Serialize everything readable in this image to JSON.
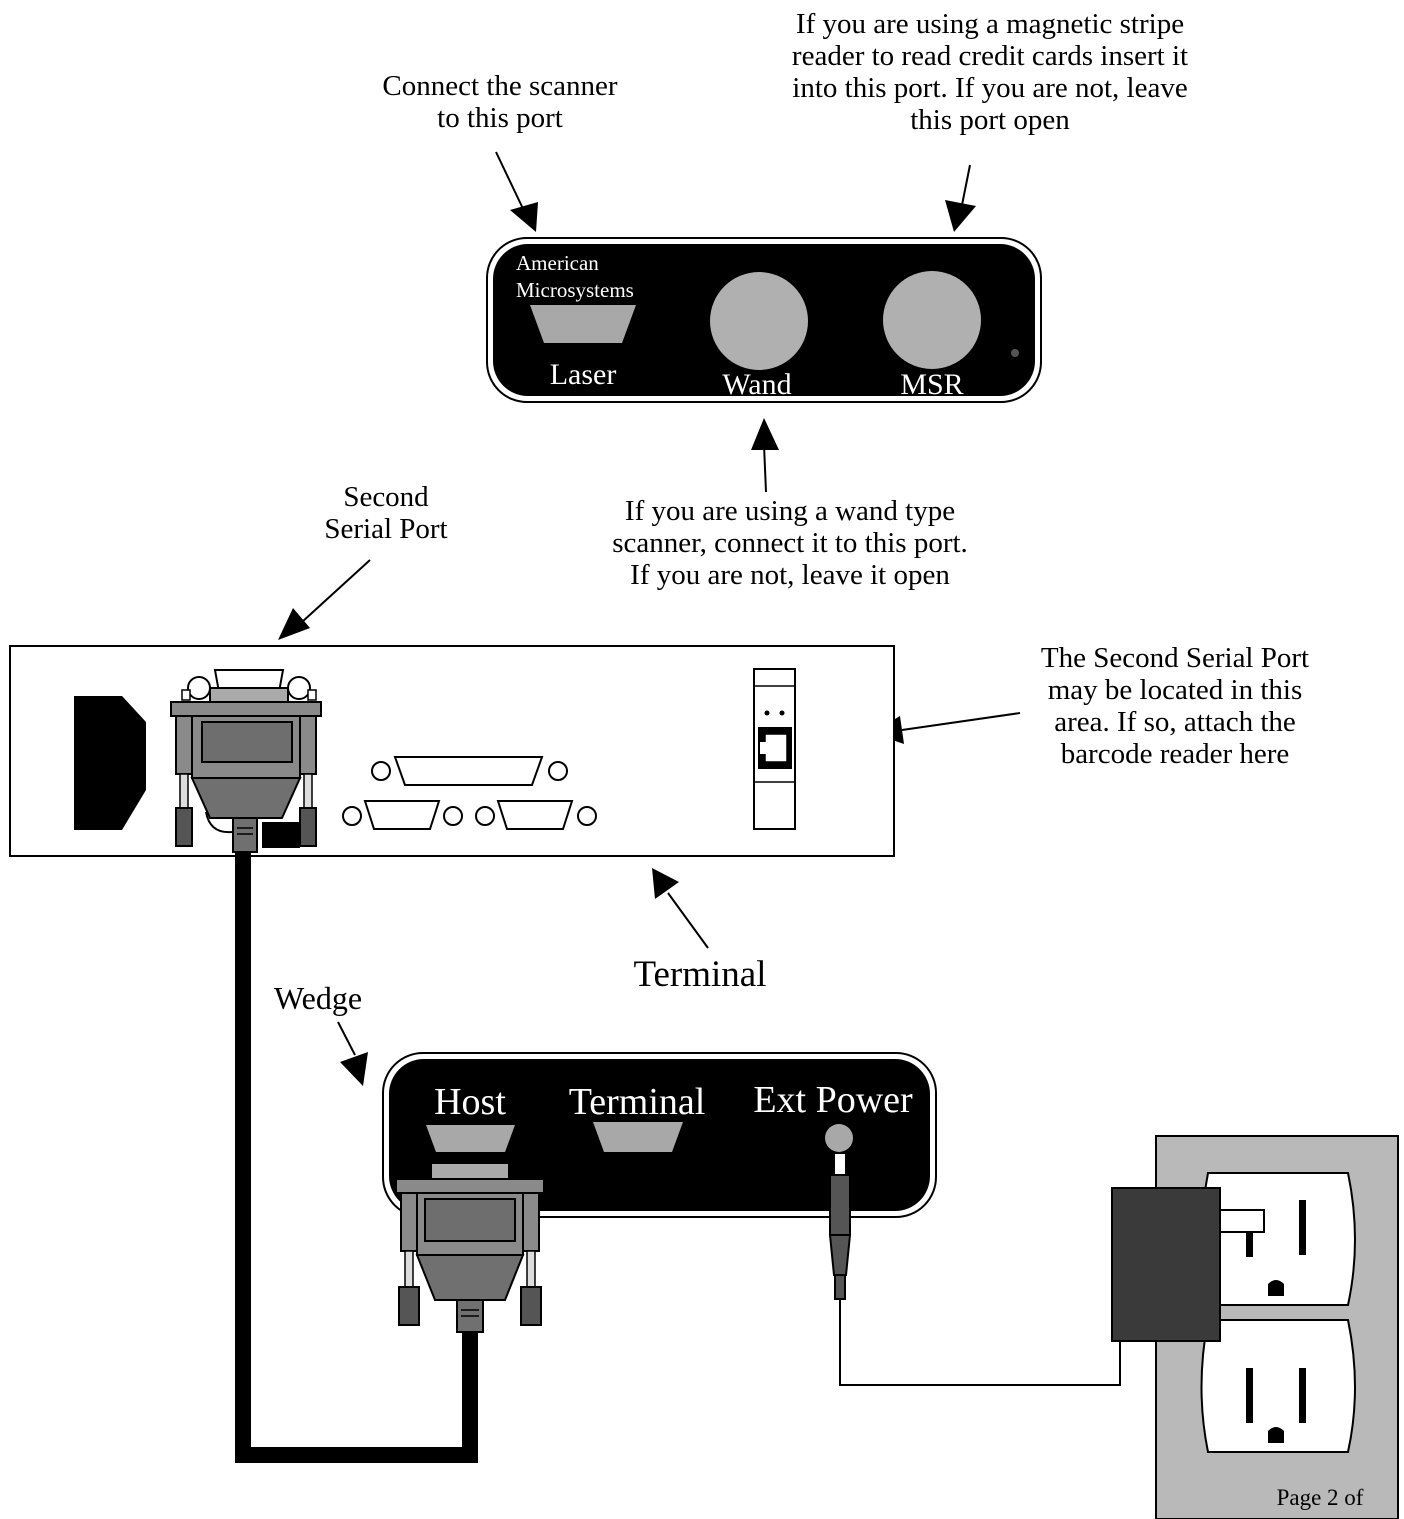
{
  "captions": {
    "connect_scanner": [
      "Connect the scanner",
      "to this port"
    ],
    "msr_note": [
      "If you are using a magnetic stripe",
      "reader to read credit cards insert it",
      "into this port.  If you are not, leave",
      "this port open"
    ],
    "wand_note": [
      "If you are using a wand type",
      "scanner, connect it to this port.",
      "If you are not, leave it open"
    ],
    "second_serial_port": [
      "Second",
      "Serial Port"
    ],
    "alt_location_note": [
      "The Second Serial Port",
      "may be located in this",
      "area.  If so, attach the",
      "barcode reader here"
    ],
    "terminal": "Terminal",
    "wedge": "Wedge",
    "page_footer": "Page 2 of"
  },
  "scanner_panel": {
    "brand_line1": "American",
    "brand_line2": "Microsystems",
    "ports": [
      "Laser",
      "Wand",
      "MSR"
    ]
  },
  "wedge_panel": {
    "ports": [
      "Host",
      "Terminal",
      "Ext Power"
    ]
  }
}
